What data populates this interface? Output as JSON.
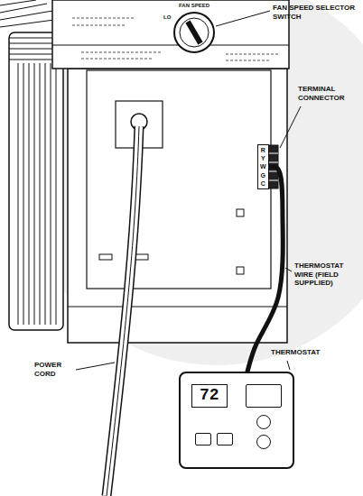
{
  "diagram": {
    "nodes": [
      {
        "text": [
          "R",
          "Y",
          "W",
          "G",
          "C"
        ]
      },
      {
        "text": [
          "72"
        ]
      }
    ],
    "edges": [
      {
        "from": 0,
        "to": 1,
        "arrow": "none"
      }
    ],
    "labels": [
      "FAN SPEED SELECTOR SWITCH",
      "TERMINAL CONNECTOR",
      "THERMOSTAT WIRE (FIELD SUPPLIED)",
      "POWER CORD",
      "THERMOSTAT",
      "FAN SPEED",
      "LO"
    ]
  }
}
